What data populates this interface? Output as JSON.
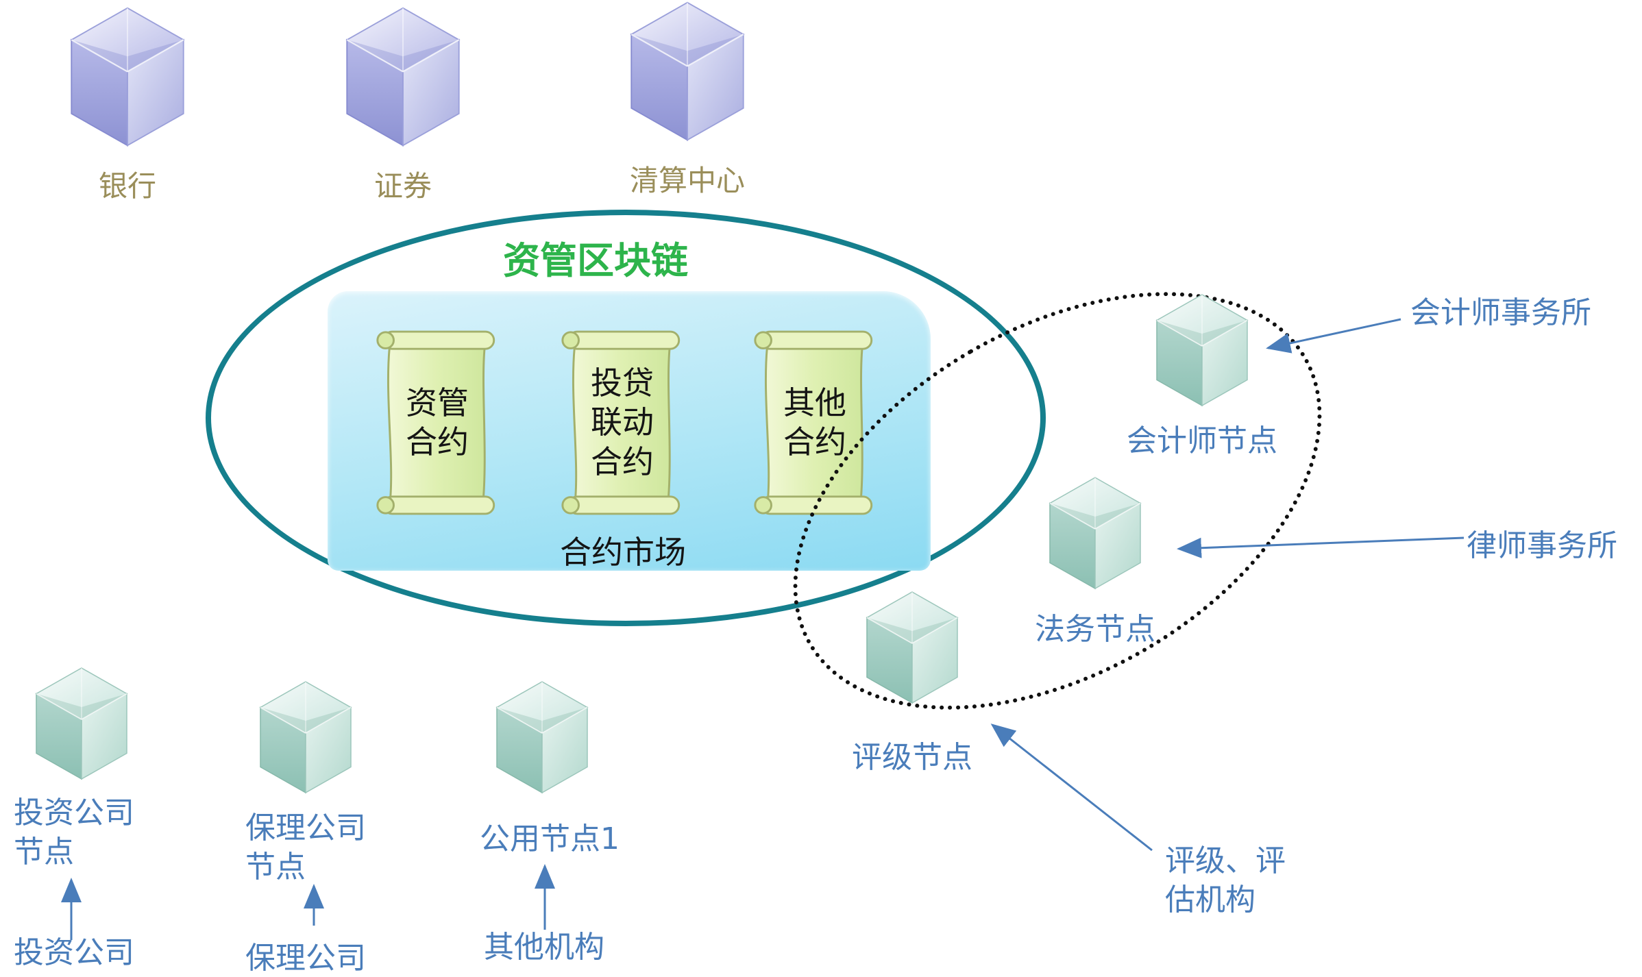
{
  "diagram": {
    "title": "资管区块链",
    "market": {
      "label": "合约市场",
      "contracts": [
        {
          "label": "资管\n合约",
          "icon": "scroll-icon"
        },
        {
          "label": "投贷\n联动\n合约",
          "icon": "scroll-icon"
        },
        {
          "label": "其他\n合约",
          "icon": "scroll-icon"
        }
      ]
    },
    "top_nodes": [
      {
        "label": "银行",
        "icon": "cube-3d-purple-icon"
      },
      {
        "label": "证券",
        "icon": "cube-3d-purple-icon"
      },
      {
        "label": "清算中心",
        "icon": "cube-3d-purple-icon"
      }
    ],
    "external": {
      "nodes": [
        {
          "label": "会计师节点",
          "icon": "cube-3d-teal-icon"
        },
        {
          "label": "法务节点",
          "icon": "cube-3d-teal-icon"
        },
        {
          "label": "评级节点",
          "icon": "cube-3d-teal-icon"
        }
      ],
      "orgs": [
        {
          "label": "会计师事务所"
        },
        {
          "label": "律师事务所"
        },
        {
          "label": "评级、评\n估机构"
        }
      ]
    },
    "bottom": {
      "nodes": [
        {
          "label": "投资公司\n节点",
          "icon": "cube-3d-teal-icon"
        },
        {
          "label": "保理公司\n节点",
          "icon": "cube-3d-teal-icon"
        },
        {
          "label": "公用节点1",
          "icon": "cube-3d-teal-icon"
        }
      ],
      "orgs": [
        {
          "label": "投资公司"
        },
        {
          "label": "保理公司"
        },
        {
          "label": "其他机构"
        }
      ]
    },
    "colors": {
      "blockchain_ellipse": "#157f8d",
      "title_green": "#2db44b",
      "olive_label": "#9a8e5a",
      "blue_label": "#4a7dba",
      "arrow_blue": "#4a7dba",
      "panel_blue_top": "#dbf3fb",
      "panel_blue_bottom": "#8bdaf2",
      "scroll_green": "#dff0b2",
      "dotted_ellipse": "#101010"
    }
  }
}
